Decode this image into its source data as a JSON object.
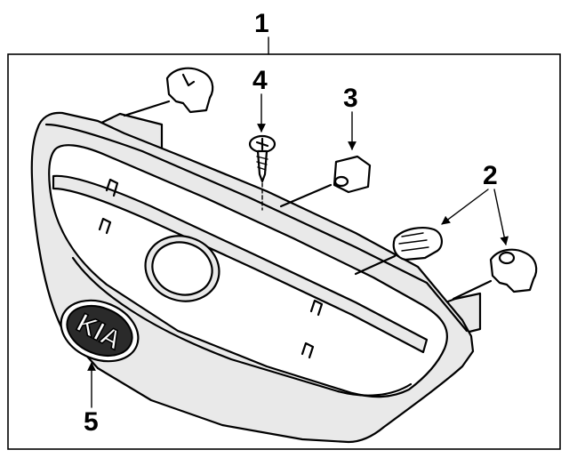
{
  "callouts": [
    {
      "number": "1"
    },
    {
      "number": "2"
    },
    {
      "number": "3"
    },
    {
      "number": "4"
    },
    {
      "number": "5"
    }
  ],
  "emblem": {
    "text": "KIA"
  }
}
